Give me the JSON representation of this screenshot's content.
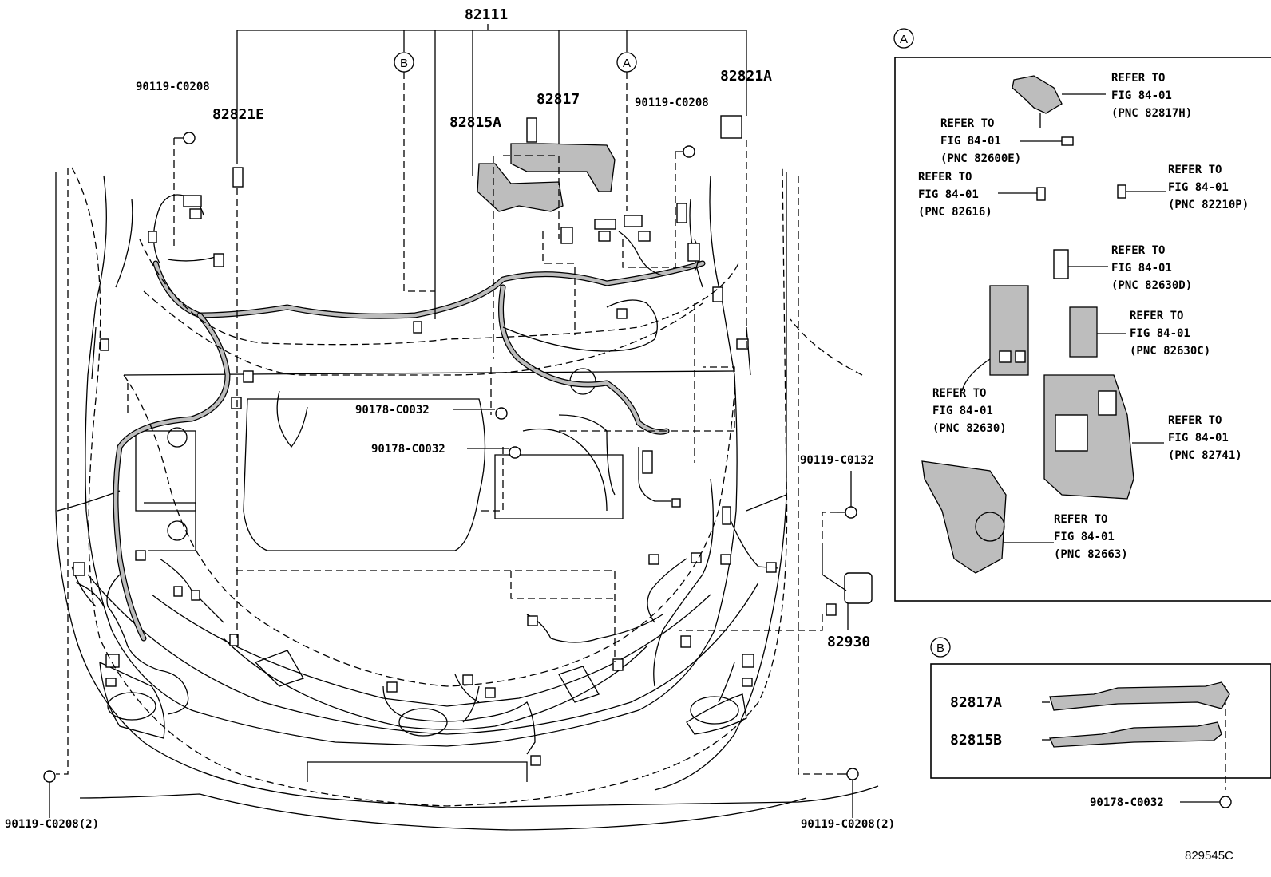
{
  "callouts": {
    "main_harness": "82111",
    "screw_top_left": "90119-C0208",
    "bracket_left": "82821E",
    "protector_a": "82815A",
    "protector": "82817",
    "screw_top_mid": "90119-C0208",
    "bracket_right": "82821A",
    "clip_upper": "90178-C0032",
    "clip_lower": "90178-C0032",
    "screw_right": "90119-C0132",
    "relay": "82930",
    "screw_bottom_left": "90119-C0208(2)",
    "screw_bottom_right": "90119-C0208(2)"
  },
  "markers": {
    "a": "A",
    "b": "B"
  },
  "detail_a": {
    "refs": [
      {
        "line1": "REFER TO",
        "line2": "FIG 84-01",
        "line3": "(PNC 82817H)"
      },
      {
        "line1": "REFER TO",
        "line2": "FIG 84-01",
        "line3": "(PNC 82600E)"
      },
      {
        "line1": "REFER TO",
        "line2": "FIG 84-01",
        "line3": "(PNC 82616)"
      },
      {
        "line1": "REFER TO",
        "line2": "FIG 84-01",
        "line3": "(PNC 82210P)"
      },
      {
        "line1": "REFER TO",
        "line2": "FIG 84-01",
        "line3": "(PNC 82630D)"
      },
      {
        "line1": "REFER TO",
        "line2": "FIG 84-01",
        "line3": "(PNC 82630C)"
      },
      {
        "line1": "REFER TO",
        "line2": "FIG 84-01",
        "line3": "(PNC 82630)"
      },
      {
        "line1": "REFER TO",
        "line2": "FIG 84-01",
        "line3": "(PNC 82741)"
      },
      {
        "line1": "REFER TO",
        "line2": "FIG 84-01",
        "line3": "(PNC 82663)"
      }
    ]
  },
  "detail_b": {
    "protector_upper": "82817A",
    "protector_lower": "82815B",
    "clip": "90178-C0032"
  },
  "illustration_code": "829545C"
}
